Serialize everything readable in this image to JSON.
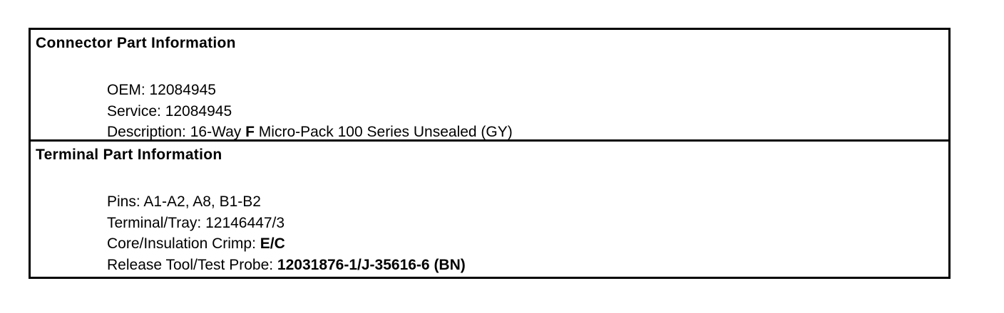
{
  "page": {
    "background_color": "#ffffff",
    "text_color": "#000000",
    "border_color": "#000000"
  },
  "sections": [
    {
      "title": "Connector Part Information",
      "rows": [
        {
          "segments": [
            {
              "text": "OEM: 12084945",
              "bold": false
            }
          ]
        },
        {
          "segments": [
            {
              "text": "Service: 12084945",
              "bold": false
            }
          ]
        },
        {
          "segments": [
            {
              "text": "Description: 16-Way ",
              "bold": false
            },
            {
              "text": "F",
              "bold": true
            },
            {
              "text": " Micro-Pack 100 Series Unsealed (GY)",
              "bold": false
            }
          ]
        }
      ]
    },
    {
      "title": "Terminal Part Information",
      "rows": [
        {
          "segments": [
            {
              "text": "Pins: A1-A2, A8, B1-B2",
              "bold": false
            }
          ]
        },
        {
          "segments": [
            {
              "text": "Terminal/Tray: 12146447/3",
              "bold": false
            }
          ]
        },
        {
          "segments": [
            {
              "text": "Core/Insulation Crimp: ",
              "bold": false
            },
            {
              "text": "E/C",
              "bold": true
            }
          ]
        },
        {
          "segments": [
            {
              "text": "Release Tool/Test Probe: ",
              "bold": false
            },
            {
              "text": "12031876-1/J-35616-6 (BN)",
              "bold": true
            }
          ]
        }
      ]
    }
  ]
}
